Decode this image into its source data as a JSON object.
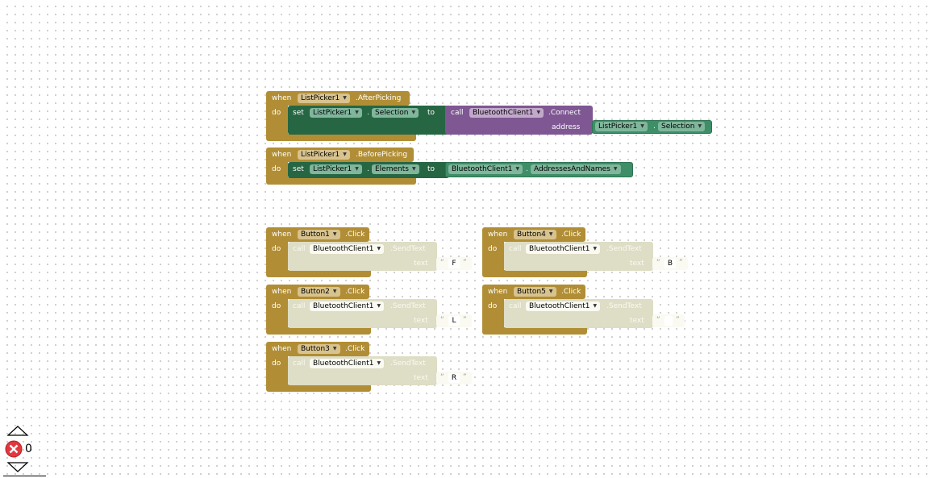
{
  "keywords": {
    "when": "when",
    "do": "do",
    "set": "set",
    "to": "to",
    "call": "call",
    "text": "text",
    "address": "address",
    "dot": "."
  },
  "listpicker_after": {
    "component": "ListPicker1",
    "event": ".AfterPicking",
    "set_component": "ListPicker1",
    "set_property": "Selection",
    "call_component": "BluetoothClient1",
    "call_method": ".Connect",
    "get_component": "ListPicker1",
    "get_property": "Selection"
  },
  "listpicker_before": {
    "component": "ListPicker1",
    "event": ".BeforePicking",
    "set_component": "ListPicker1",
    "set_property": "Elements",
    "get_component": "BluetoothClient1",
    "get_property": "AddressesAndNames"
  },
  "button_blocks": [
    {
      "component": "Button1",
      "event": ".Click",
      "call_component": "BluetoothClient1",
      "call_method": ".SendText",
      "text_value": "F"
    },
    {
      "component": "Button2",
      "event": ".Click",
      "call_component": "BluetoothClient1",
      "call_method": ".SendText",
      "text_value": "L"
    },
    {
      "component": "Button3",
      "event": ".Click",
      "call_component": "BluetoothClient1",
      "call_method": ".SendText",
      "text_value": "R"
    },
    {
      "component": "Button4",
      "event": ".Click",
      "call_component": "BluetoothClient1",
      "call_method": ".SendText",
      "text_value": "B"
    },
    {
      "component": "Button5",
      "event": ".Click",
      "call_component": "BluetoothClient1",
      "call_method": ".SendText",
      "text_value": ""
    }
  ],
  "warnings": {
    "error_count": "0"
  },
  "colors": {
    "event": "#b18e35",
    "set_green": "#266643",
    "get_green": "#3e8e68",
    "call_purple": "#7e5793",
    "disabled": "#deddc5",
    "error_red": "#e0383e"
  },
  "icons": {
    "up": "triangle-up-icon",
    "error": "error-x-icon",
    "down": "triangle-down-icon"
  }
}
